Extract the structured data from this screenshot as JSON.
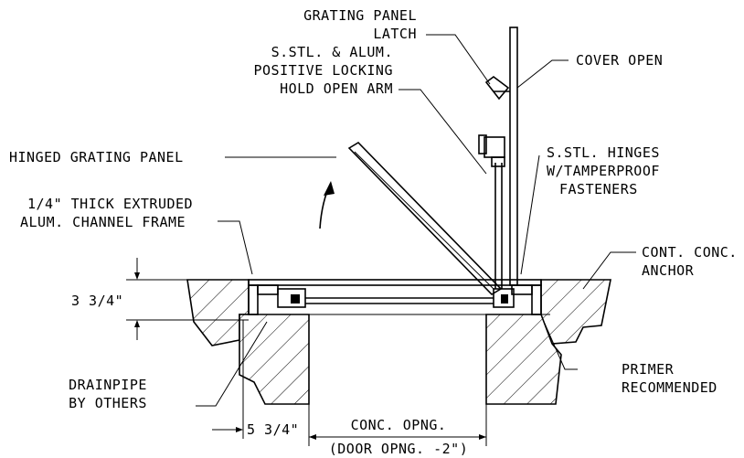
{
  "labels": {
    "grating_panel_latch_1": "GRATING PANEL",
    "grating_panel_latch_2": "LATCH",
    "hold_open_1": "S.STL. & ALUM.",
    "hold_open_2": "POSITIVE LOCKING",
    "hold_open_3": "HOLD OPEN ARM",
    "cover_open": "COVER OPEN",
    "hinged_grating": "HINGED GRATING PANEL",
    "hinges_1": "S.STL. HINGES",
    "hinges_2": "W/TAMPERPROOF",
    "hinges_3": "FASTENERS",
    "frame_1": "1/4\" THICK EXTRUDED",
    "frame_2": "ALUM. CHANNEL FRAME",
    "anchor_1": "CONT. CONC.",
    "anchor_2": "ANCHOR",
    "dim_depth": "3 3/4\"",
    "drainpipe_1": "DRAINPIPE",
    "drainpipe_2": "BY OTHERS",
    "primer_1": "PRIMER",
    "primer_2": "RECOMMENDED",
    "dim_offset": "5 3/4\"",
    "conc_opng": "CONC. OPNG.",
    "door_opng": "(DOOR OPNG. -2\")"
  }
}
